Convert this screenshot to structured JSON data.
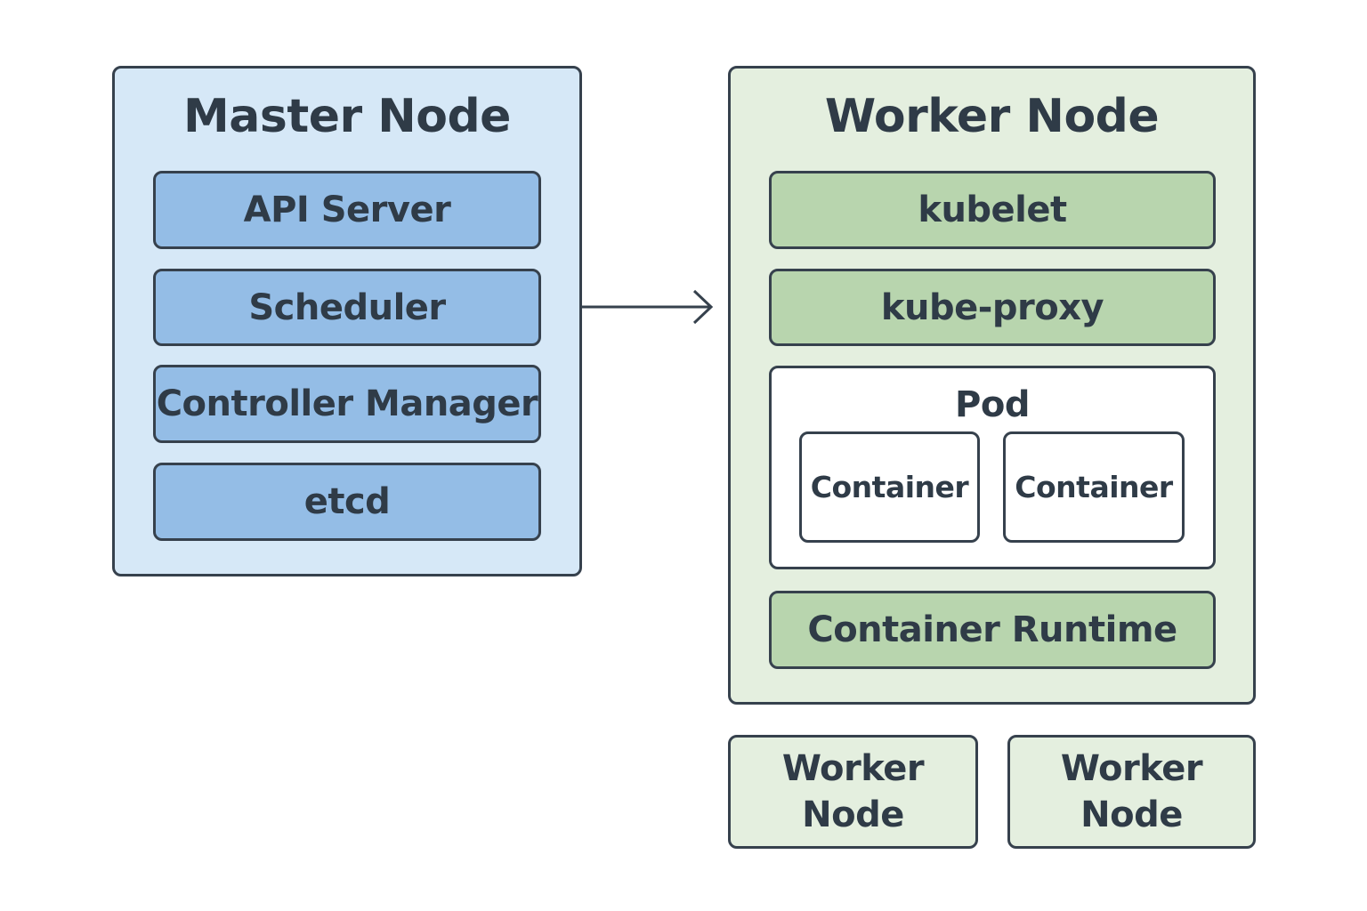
{
  "master": {
    "title": "Master Node",
    "components": [
      "API Server",
      "Scheduler",
      "Controller Manager",
      "etcd"
    ]
  },
  "worker": {
    "title": "Worker Node",
    "components": {
      "kubelet": "kubelet",
      "kube_proxy": "kube-proxy",
      "runtime": "Container Runtime"
    },
    "pod": {
      "label": "Pod",
      "containers": [
        "Container",
        "Container"
      ]
    }
  },
  "extra_workers": [
    {
      "line1": "Worker",
      "line2": "Node"
    },
    {
      "line1": "Worker",
      "line2": "Node"
    }
  ],
  "colors": {
    "master_bg": "#d6e8f7",
    "master_component": "#94bde6",
    "worker_bg": "#e4efdf",
    "worker_component": "#b8d5ae",
    "border": "#36414d",
    "text": "#2f3b47"
  }
}
